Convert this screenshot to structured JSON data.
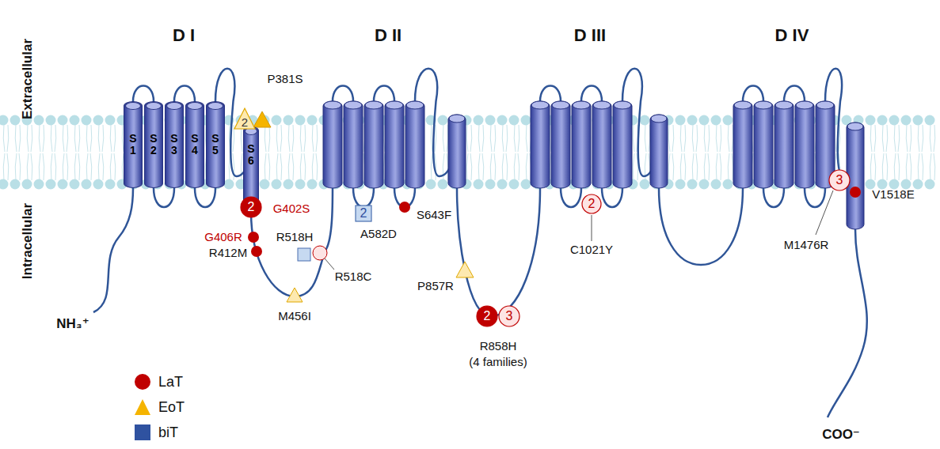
{
  "diagram": {
    "nodes": [
      {
        "text": [
          "S 1"
        ]
      },
      {
        "text": [
          "S 2"
        ]
      },
      {
        "text": [
          "S 3"
        ]
      },
      {
        "text": [
          "S 4"
        ]
      },
      {
        "text": [
          "S 5"
        ]
      },
      {
        "text": [
          "S 6"
        ]
      },
      {
        "text": [
          "2"
        ]
      },
      {
        "text": [
          "2"
        ]
      },
      {
        "text": [
          "2"
        ]
      },
      {
        "text": [
          "2"
        ]
      },
      {
        "text": [
          "3"
        ]
      },
      {
        "text": [
          "2"
        ]
      },
      {
        "text": [
          "3"
        ]
      }
    ],
    "labels": [
      "Extracellular",
      "Intracellular",
      "D I",
      "D II",
      "D III",
      "D IV",
      "P381S",
      "G402S",
      "G406R",
      "R412M",
      "R518H",
      "R518C",
      "M456I",
      "A582D",
      "S643F",
      "P857R",
      "R858H",
      "(4 families)",
      "C1021Y",
      "M1476R",
      "V1518E",
      "NH₃⁺",
      "COO⁻"
    ],
    "legend": [
      {
        "text": "LaT",
        "color": "#c00000"
      },
      {
        "text": "EoT",
        "color": "#f5b400"
      },
      {
        "text": "biT",
        "color": "#2f52a0"
      }
    ]
  }
}
